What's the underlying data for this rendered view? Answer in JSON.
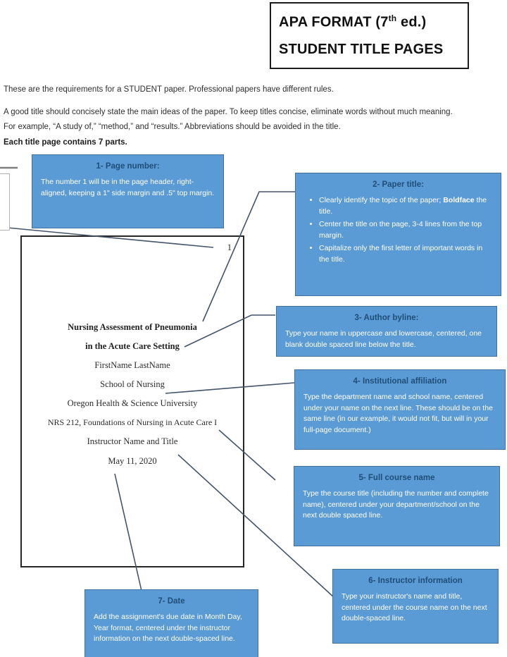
{
  "header": {
    "title_part1": "APA FORMAT (7",
    "title_sup": "th",
    "title_part2": " ed.)",
    "title_line2": "STUDENT TITLE PAGES"
  },
  "intro": {
    "p1": "These are the requirements for a STUDENT paper.  Professional papers have different rules.",
    "p2": "A good title should concisely state the main ideas of the paper.  To keep titles concise, eliminate words without much meaning.  For example, “A study of,” “method,” and “results.”  Abbreviations should be avoided in the title.",
    "p3": "Each title page contains 7 parts."
  },
  "colors": {
    "callout_fill": "#5b9bd5",
    "callout_border": "#41719c",
    "callout_title_text": "#1f4e79",
    "connector_line": "#44546a"
  },
  "callouts": {
    "box1": {
      "title": "1- Page number:",
      "body": "The number 1 will be in the page header, right-aligned, keeping a 1\" side margin and .5\" top margin."
    },
    "box2": {
      "title": "2- Paper title:",
      "bullet1_pre": "Clearly identify the topic of the paper; ",
      "bullet1_bold": "Boldface",
      "bullet1_post": " the title.",
      "bullet2": "Center the title on the page, 3-4 lines from the top margin.",
      "bullet3": "Capitalize only the first letter of important words in the title."
    },
    "box3": {
      "title": "3- Author byline:",
      "body": "Type your name in uppercase and lowercase, centered, one blank double spaced line below the title."
    },
    "box4": {
      "title": "4- Institutional affiliation",
      "body": "Type the department name and school name, centered under your name on the next line.  These should be on the same line (in our example, it would not fit, but will in your full-page document.)"
    },
    "box5": {
      "title": "5- Full course name",
      "body": "Type the course title (including the number and complete name), centered under your department/school on the next double spaced line."
    },
    "box6": {
      "title": "6- Instructor information",
      "body": "Type your instructor's name and title, centered under the course name on the next double-spaced line."
    },
    "box7": {
      "title": "7- Date",
      "body": "Add the assignment's due date in Month Day, Year format, centered under the instructor information on the next double-spaced line."
    }
  },
  "sample_page": {
    "page_number": "1",
    "title_line1": "Nursing Assessment of Pneumonia",
    "title_line2": "in the Acute Care Setting",
    "author": "FirstName LastName",
    "school": "School of Nursing",
    "university": "Oregon Health & Science University",
    "course": "NRS 212, Foundations of Nursing in Acute Care I",
    "instructor": "Instructor Name and Title",
    "date": "May 11, 2020"
  }
}
